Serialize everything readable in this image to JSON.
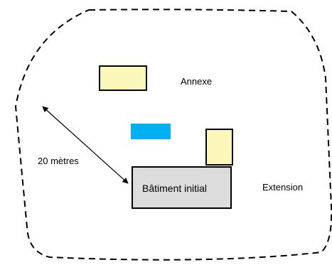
{
  "labels": {
    "annexe": "Annexe",
    "distance": "20 mètres",
    "main_building": "Bâtiment initial",
    "extension": "Extension"
  },
  "colors": {
    "boundary": "#000000",
    "annexe_fill": "#FAF7B9",
    "extension_fill": "#FAF7B9",
    "blue_block": "#00B0F0",
    "main_building_fill": "#DCDCDC",
    "stroke": "#000000"
  }
}
